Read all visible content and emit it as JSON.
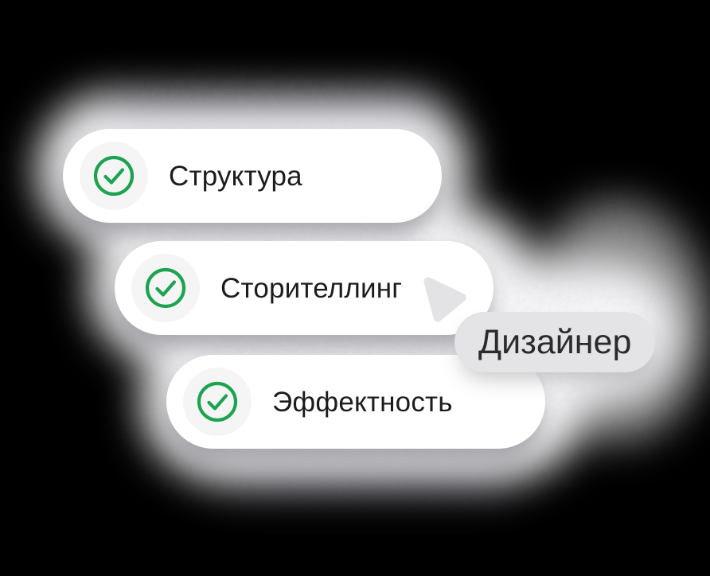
{
  "scene": {
    "background_color": "#000000",
    "glow_color": "#ffffff",
    "accent_green": "#1ca350",
    "card_color": "#ffffff",
    "badge_color": "#f5f5f6",
    "tag_color": "#e4e4e6",
    "text_color": "#1c1c1e"
  },
  "checklist": {
    "items": [
      {
        "label": "Структура",
        "checked": true
      },
      {
        "label": "Сторителлинг",
        "checked": true
      },
      {
        "label": "Эффектность",
        "checked": true
      }
    ]
  },
  "cursor": {
    "label": "Дизайнер"
  }
}
